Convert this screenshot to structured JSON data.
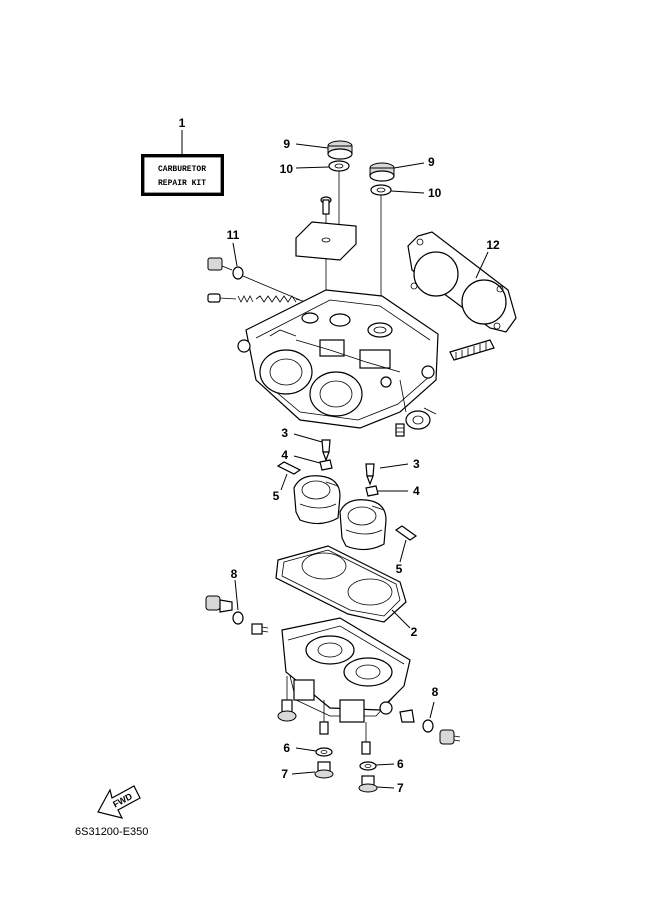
{
  "kit_label": {
    "line1": "CARBURETOR",
    "line2": "REPAIR KIT"
  },
  "fwd_label": "FWD",
  "diagram_code": "6S31200-E350",
  "callouts": [
    {
      "id": "c1",
      "text": "1"
    },
    {
      "id": "c9a",
      "text": "9"
    },
    {
      "id": "c10a",
      "text": "10"
    },
    {
      "id": "c9b",
      "text": "9"
    },
    {
      "id": "c10b",
      "text": "10"
    },
    {
      "id": "c11",
      "text": "11"
    },
    {
      "id": "c12",
      "text": "12"
    },
    {
      "id": "c3a",
      "text": "3"
    },
    {
      "id": "c4a",
      "text": "4"
    },
    {
      "id": "c5a",
      "text": "5"
    },
    {
      "id": "c3b",
      "text": "3"
    },
    {
      "id": "c4b",
      "text": "4"
    },
    {
      "id": "c5b",
      "text": "5"
    },
    {
      "id": "c8a",
      "text": "8"
    },
    {
      "id": "c2",
      "text": "2"
    },
    {
      "id": "c8b",
      "text": "8"
    },
    {
      "id": "c6a",
      "text": "6"
    },
    {
      "id": "c6b",
      "text": "6"
    },
    {
      "id": "c7a",
      "text": "7"
    },
    {
      "id": "c7b",
      "text": "7"
    }
  ]
}
